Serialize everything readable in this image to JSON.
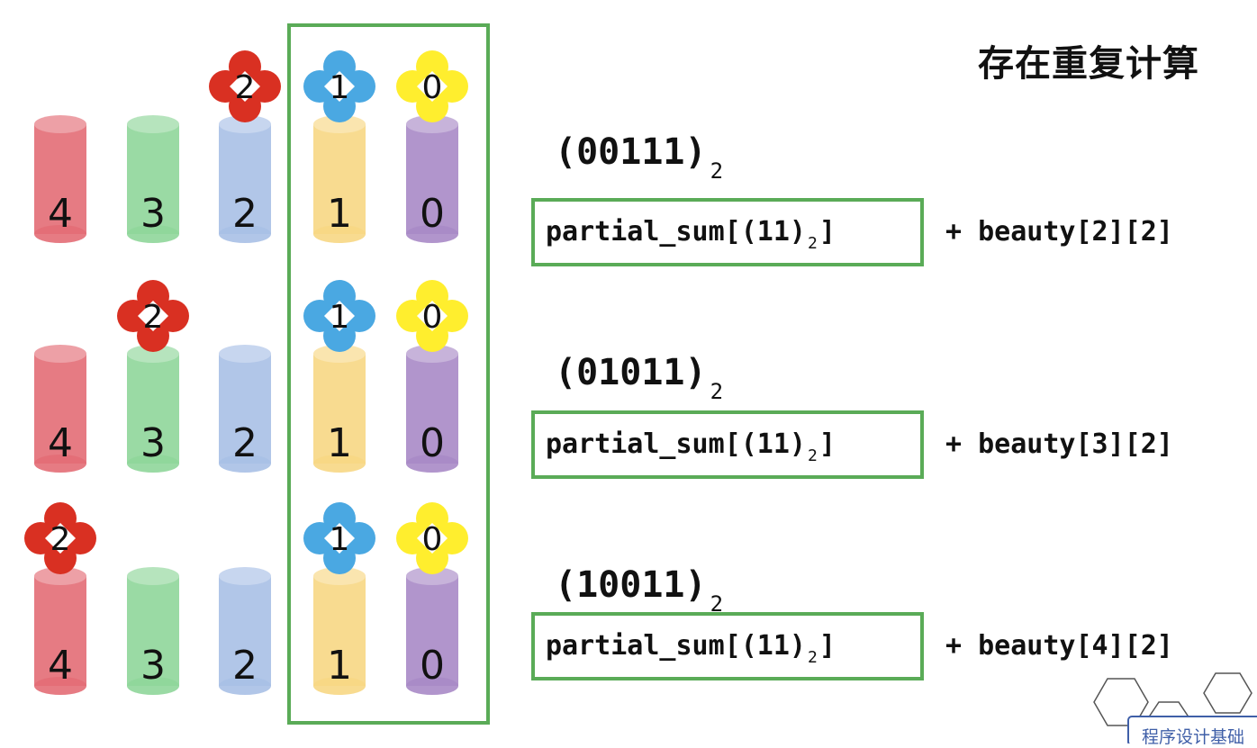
{
  "title": "存在重复计算",
  "rows": [
    {
      "binary": "(00111)",
      "binary_subscript": "2",
      "flower_on": 2,
      "formula_prefix": "partial_sum[(11)",
      "formula_subscript": "2",
      "formula_suffix": "]",
      "plus_text": "+ beauty[2][2]"
    },
    {
      "binary": "(01011)",
      "binary_subscript": "2",
      "flower_on": 3,
      "formula_prefix": "partial_sum[(11)",
      "formula_subscript": "2",
      "formula_suffix": "]",
      "plus_text": "+ beauty[3][2]"
    },
    {
      "binary": "(10011)",
      "binary_subscript": "2",
      "flower_on": 4,
      "formula_prefix": "partial_sum[(11)",
      "formula_subscript": "2",
      "formula_suffix": "]",
      "plus_text": "+ beauty[4][2]"
    }
  ],
  "cylinders": [
    {
      "label": "4",
      "color": "#e36d76"
    },
    {
      "label": "3",
      "color": "#8fd69a"
    },
    {
      "label": "2",
      "color": "#a9c0e6"
    },
    {
      "label": "1",
      "color": "#f7d784"
    },
    {
      "label": "0",
      "color": "#a98ac6"
    }
  ],
  "flowers": {
    "red": {
      "label": "2",
      "color": "#d93022"
    },
    "blue": {
      "label": "1",
      "color": "#4aa8e2"
    },
    "yellow": {
      "label": "0",
      "color": "#ffee2e"
    }
  },
  "highlight_color": "#5aab57",
  "logo_text": "程序设计基础"
}
